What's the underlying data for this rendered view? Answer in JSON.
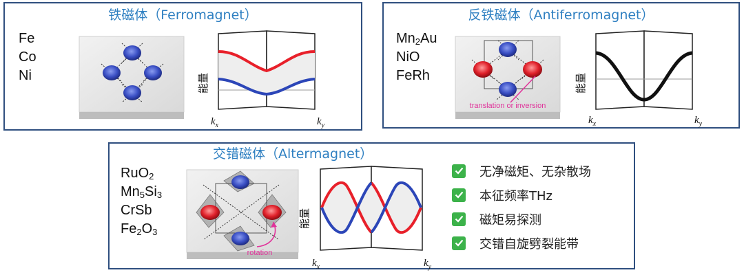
{
  "ferromagnet": {
    "title": "铁磁体（Ferromagnet）",
    "materials": [
      "Fe",
      "Co",
      "Ni"
    ],
    "energy_label": "能量",
    "kx": "k",
    "kx_sub": "x",
    "ky": "k",
    "ky_sub": "y"
  },
  "antiferromagnet": {
    "title": "反铁磁体（Antiferromagnet）",
    "materials": [
      {
        "main": "Mn",
        "sub": "2",
        "rest": "Au"
      },
      {
        "main": "NiO",
        "sub": "",
        "rest": ""
      },
      {
        "main": "FeRh",
        "sub": "",
        "rest": ""
      }
    ],
    "annotation": "translation or inversion",
    "energy_label": "能量",
    "kx": "k",
    "kx_sub": "x",
    "ky": "k",
    "ky_sub": "y"
  },
  "altermagnet": {
    "title": "交错磁体（Altermagnet）",
    "materials": [
      {
        "a": "RuO",
        "a_sub": "2",
        "b": "",
        "b_sub": ""
      },
      {
        "a": "Mn",
        "a_sub": "5",
        "b": "Si",
        "b_sub": "3"
      },
      {
        "a": "CrSb",
        "a_sub": "",
        "b": "",
        "b_sub": ""
      },
      {
        "a": "Fe",
        "a_sub": "2",
        "b": "O",
        "b_sub": "3"
      }
    ],
    "annotation": "rotation",
    "energy_label": "能量",
    "kx": "k",
    "kx_sub": "x",
    "ky": "k",
    "ky_sub": "y",
    "features": [
      "无净磁矩、无杂散场",
      "本征频率THz",
      "磁矩易探测",
      "交错自旋劈裂能带"
    ]
  },
  "colors": {
    "spin_up": "#e8202a",
    "spin_down": "#2c46b8",
    "band_single": "#111111",
    "title": "#2e7fc1",
    "border": "#2f4f7f",
    "check": "#3cb24a",
    "annotation": "#e0339a"
  }
}
